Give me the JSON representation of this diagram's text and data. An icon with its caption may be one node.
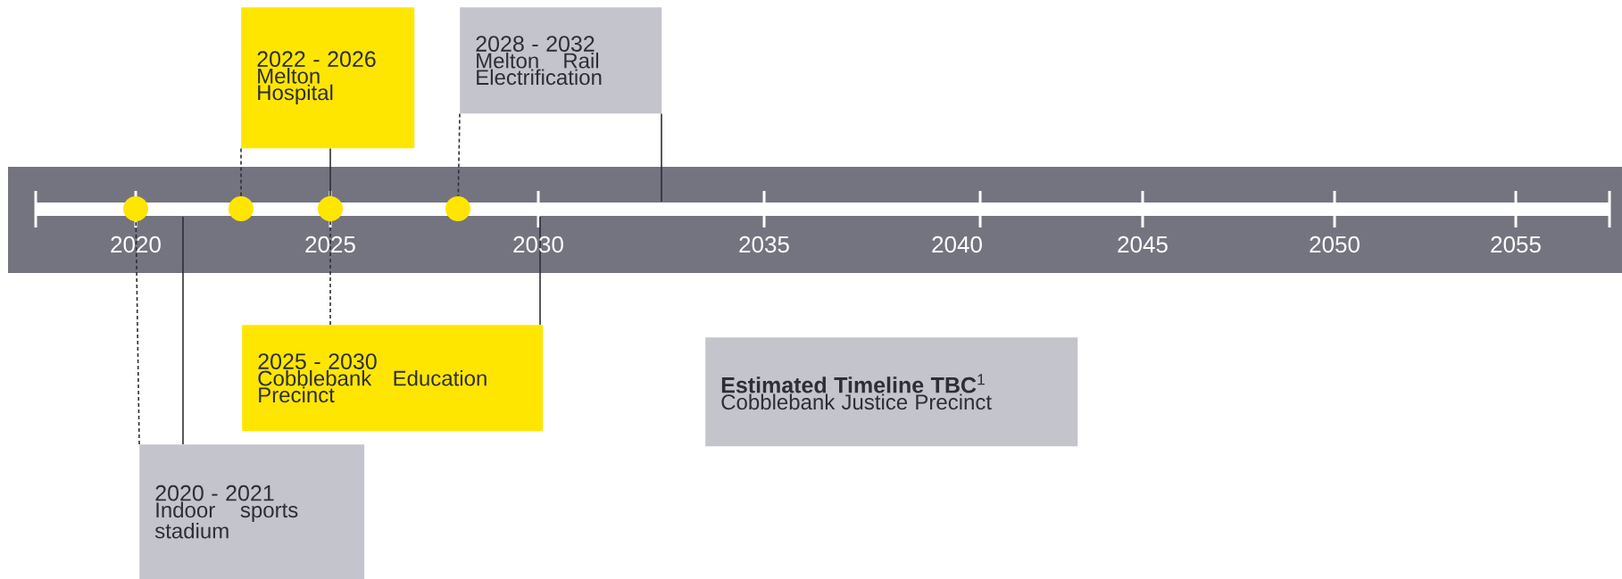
{
  "diagram": {
    "nodes": [
      {
        "text": [
          "2022 - 2026",
          "Melton Hospital"
        ]
      },
      {
        "text": [
          "2028 - 2032",
          "Melton Rail Electrification"
        ]
      },
      {
        "text": [
          "2025 - 2030",
          "Cobblebank Education Precinct"
        ]
      },
      {
        "text": [
          "2020 - 2021",
          "Indoor sports stadium"
        ]
      },
      {
        "text": [
          "**Estimated Timeline TBC**$^{1}$",
          "Cobblebank Justice Precinct"
        ]
      },
      {
        "text": [],
        "shape": "circle"
      },
      {
        "text": [],
        "shape": "circle"
      },
      {
        "text": [],
        "shape": "circle"
      },
      {
        "text": [],
        "shape": "circle"
      }
    ],
    "edges": [
      {
        "from": 0,
        "to": 6,
        "arrow": "none",
        "style": "dashed"
      },
      {
        "from": 0,
        "to": 7,
        "arrow": "none"
      },
      {
        "from": 1,
        "to": 8,
        "arrow": "none",
        "style": "dashed"
      },
      {
        "from": 1,
        "to": null,
        "arrow": "none"
      },
      {
        "from": 2,
        "to": 7,
        "arrow": "none",
        "style": "dashed"
      },
      {
        "from": 2,
        "to": null,
        "arrow": "none"
      },
      {
        "from": 3,
        "to": 5,
        "arrow": "none",
        "style": "dashed"
      },
      {
        "from": 3,
        "to": null,
        "arrow": "none"
      }
    ],
    "labels": [
      "2020",
      "2025",
      "2030",
      "2035",
      "2040",
      "2045",
      "2050",
      "2055"
    ]
  }
}
